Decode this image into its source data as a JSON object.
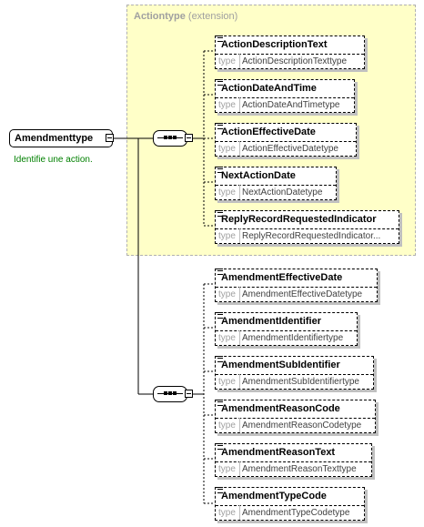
{
  "extension": {
    "name": "Actiontype",
    "suffix": "(extension)"
  },
  "root": {
    "name": "Amendmenttype",
    "doc": "Identifie une action."
  },
  "type_label": "type",
  "ext_elements": [
    {
      "name": "ActionDescriptionText",
      "type": "ActionDescriptionTexttype"
    },
    {
      "name": "ActionDateAndTime",
      "type": "ActionDateAndTimetype"
    },
    {
      "name": "ActionEffectiveDate",
      "type": "ActionEffectiveDatetype"
    },
    {
      "name": "NextActionDate",
      "type": "NextActionDatetype"
    },
    {
      "name": "ReplyRecordRequestedIndicator",
      "type": "ReplyRecordRequestedIndicator..."
    }
  ],
  "elements": [
    {
      "name": "AmendmentEffectiveDate",
      "type": "AmendmentEffectiveDatetype"
    },
    {
      "name": "AmendmentIdentifier",
      "type": "AmendmentIdentifiertype"
    },
    {
      "name": "AmendmentSubIdentifier",
      "type": "AmendmentSubIdentifiertype"
    },
    {
      "name": "AmendmentReasonCode",
      "type": "AmendmentReasonCodetype"
    },
    {
      "name": "AmendmentReasonText",
      "type": "AmendmentReasonTexttype"
    },
    {
      "name": "AmendmentTypeCode",
      "type": "AmendmentTypeCodetype"
    }
  ]
}
